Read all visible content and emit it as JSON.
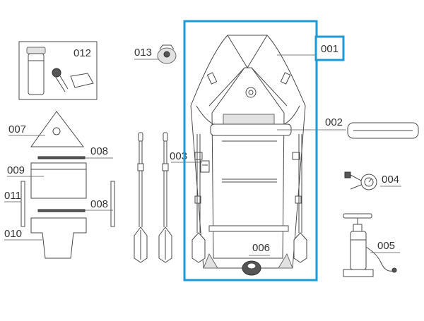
{
  "diagram": {
    "highlight_color": "#1e9ad6",
    "line_color": "#4a4a4a",
    "highlighted_part": "001",
    "parts": {
      "p001": "001",
      "p002": "002",
      "p003": "003",
      "p004": "004",
      "p005": "005",
      "p006": "006",
      "p007": "007",
      "p008a": "008",
      "p008b": "008",
      "p009": "009",
      "p010": "010",
      "p011": "011",
      "p012": "012",
      "p013": "013"
    }
  }
}
